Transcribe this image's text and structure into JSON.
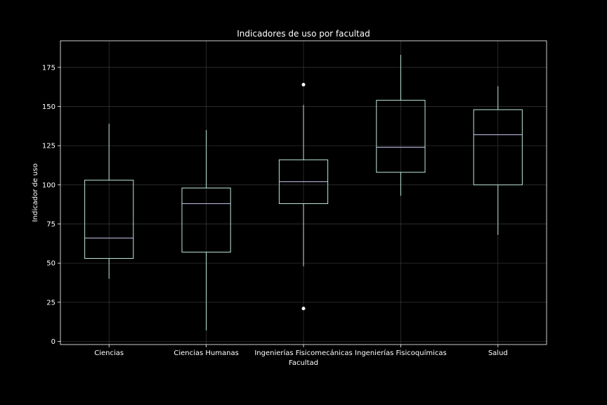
{
  "chart_data": {
    "type": "box",
    "title": "Indicadores de uso por facultad",
    "xlabel": "Facultad",
    "ylabel": "Indicador de uso",
    "ylim": [
      -2,
      192
    ],
    "yticks": [
      0,
      25,
      50,
      75,
      100,
      125,
      150,
      175
    ],
    "grid": true,
    "legend": "none",
    "colors": {
      "background": "#000000",
      "box": "#bfe8d8",
      "median": "#c8c8f0",
      "grid": "#3a3a3a",
      "text": "#ffffff",
      "outlier": "#ffffff"
    },
    "categories": [
      "Ciencias",
      "Ciencias Humanas",
      "Ingenierías Fisicomecánicas",
      "Ingenierías Fisicoquímicas",
      "Salud"
    ],
    "boxes": [
      {
        "category": "Ciencias",
        "whisker_low": 40,
        "q1": 53,
        "median": 66,
        "q3": 103,
        "whisker_high": 139,
        "outliers": []
      },
      {
        "category": "Ciencias Humanas",
        "whisker_low": 7,
        "q1": 57,
        "median": 88,
        "q3": 98,
        "whisker_high": 135,
        "outliers": []
      },
      {
        "category": "Ingenierías Fisicomecánicas",
        "whisker_low": 48,
        "q1": 88,
        "median": 102,
        "q3": 116,
        "whisker_high": 151,
        "outliers": [
          164,
          21
        ]
      },
      {
        "category": "Ingenierías Fisicoquímicas",
        "whisker_low": 93,
        "q1": 108,
        "median": 124,
        "q3": 154,
        "whisker_high": 183,
        "outliers": []
      },
      {
        "category": "Salud",
        "whisker_low": 68,
        "q1": 100,
        "median": 132,
        "q3": 148,
        "whisker_high": 163,
        "outliers": []
      }
    ]
  }
}
